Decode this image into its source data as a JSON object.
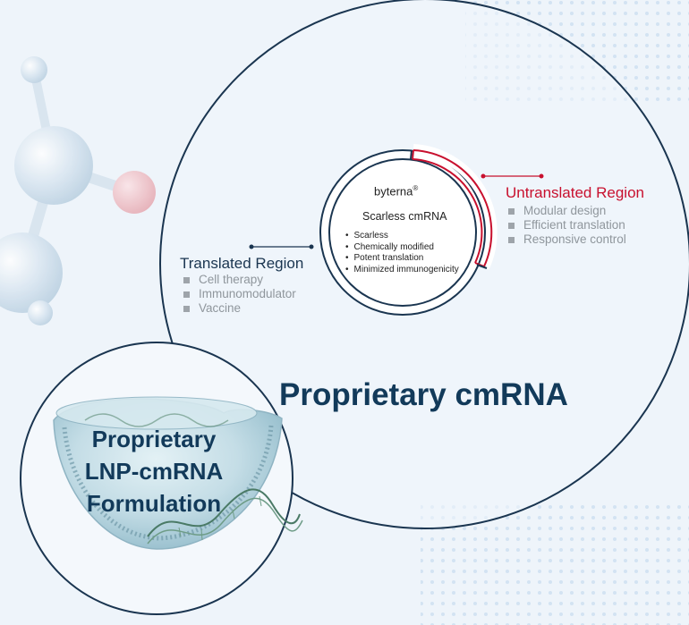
{
  "colors": {
    "navy": "#1a3550",
    "red": "#c8102e",
    "gray": "#8f969c",
    "title": "#123a5a",
    "background": "#eef4fa"
  },
  "translated_region": {
    "title": "Translated Region",
    "items": [
      "Cell therapy",
      "Immunomodulator",
      "Vaccine"
    ]
  },
  "untranslated_region": {
    "title": "Untranslated Region",
    "items": [
      "Modular design",
      "Efficient translation",
      "Responsive control"
    ]
  },
  "inner_circle": {
    "brand": "byterna",
    "brand_mark": "®",
    "subtitle": "Scarless cmRNA",
    "bullets": [
      "Scarless",
      "Chemically modified",
      "Potent translation",
      "Minimized immunogenicity"
    ]
  },
  "main_title": "Proprietary cmRNA",
  "lnp": {
    "lines": [
      "Proprietary",
      "LNP-cmRNA",
      "Formulation"
    ]
  },
  "icons": [
    "molecule-icon",
    "lipid-nanoparticle-icon",
    "mrna-strand-icon"
  ]
}
